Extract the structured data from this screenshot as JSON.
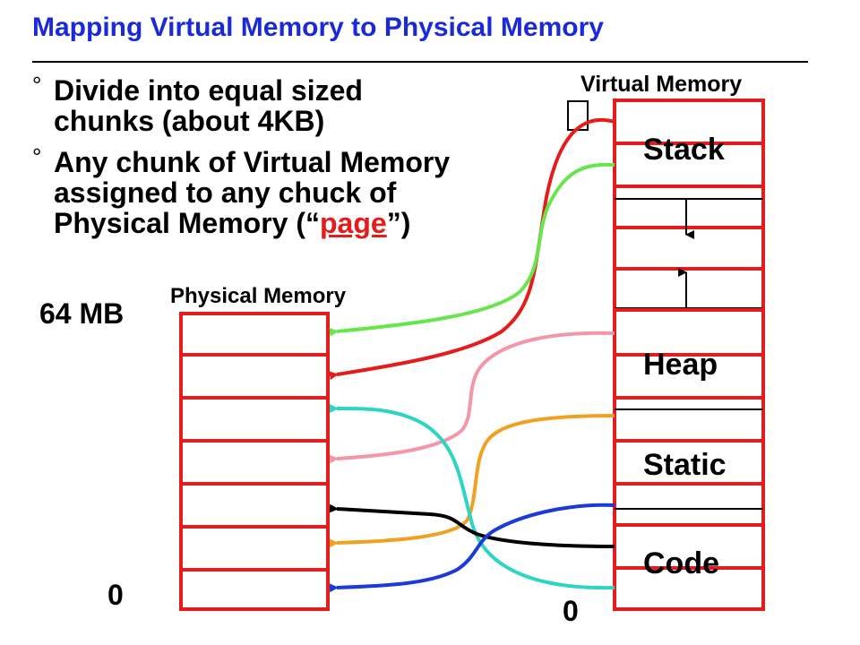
{
  "title": "Mapping Virtual Memory to Physical Memory",
  "bullets": [
    {
      "mark": "°",
      "lines": [
        "Divide into equal sized",
        "chunks (about 4KB)"
      ]
    },
    {
      "mark": "°",
      "lines": [
        "Any chunk of Virtual Memory",
        "assigned to any chuck of"
      ],
      "last_line_prefix": "Physical Memory (“",
      "last_line_highlight": "page",
      "last_line_suffix": "”)"
    }
  ],
  "physical_memory": {
    "label": "Physical Memory",
    "top_label": "64 MB",
    "bottom_label": "0",
    "page_count": 7
  },
  "virtual_memory": {
    "label": "Virtual Memory",
    "bottom_label": "0",
    "segments": {
      "stack": "Stack",
      "heap": "Heap",
      "static": "Static",
      "code": "Code"
    }
  },
  "colors": {
    "title": "#1a2ad8",
    "box_border": "#e41c1c",
    "arrow_red": "#e41c1c",
    "arrow_green": "#66e64a",
    "arrow_pink": "#f396a8",
    "arrow_cyan": "#2ed4c4",
    "arrow_orange": "#f2a022",
    "arrow_black": "#000000",
    "arrow_blue": "#1c3ad8"
  }
}
